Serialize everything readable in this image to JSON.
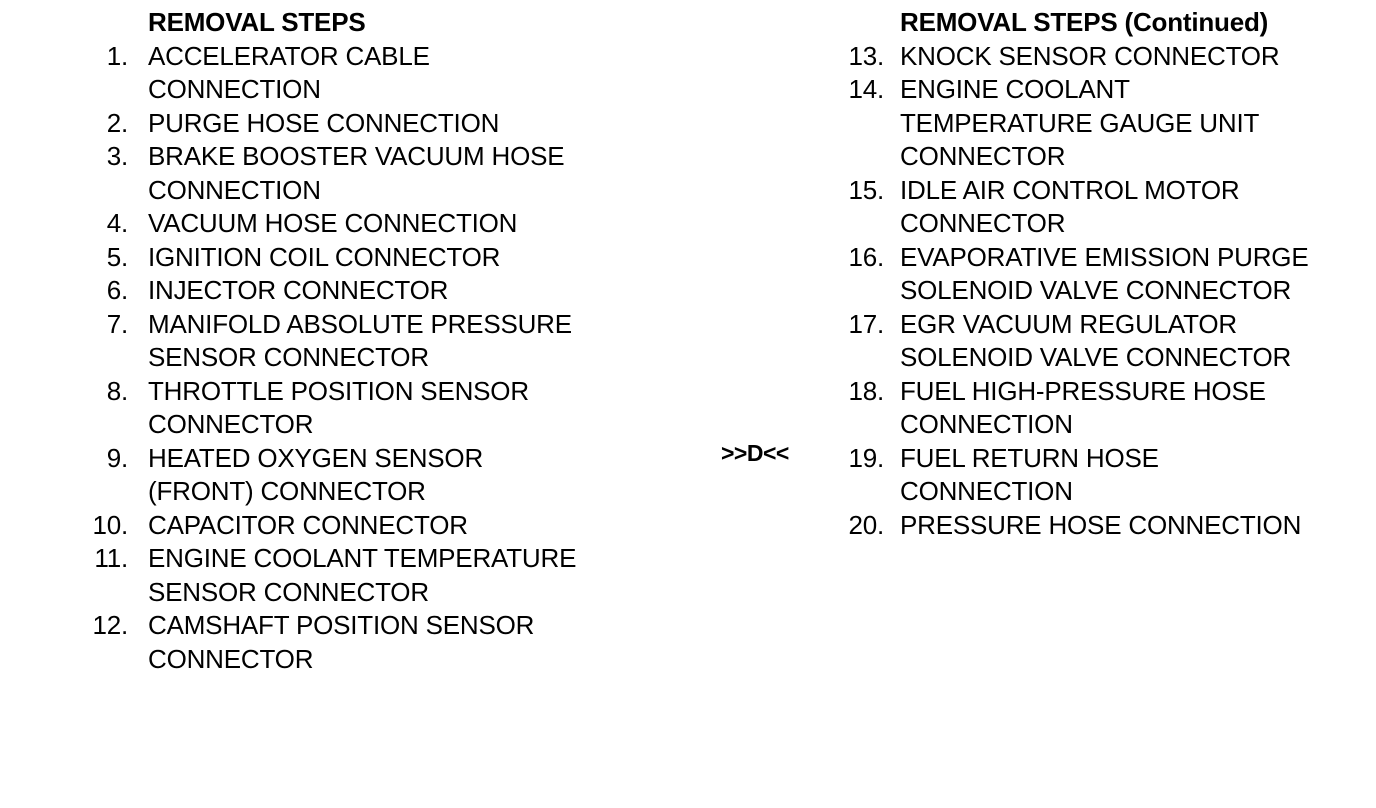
{
  "left_column": {
    "header": "REMOVAL STEPS",
    "items": [
      {
        "number": "1.",
        "label": "ACCELERATOR CABLE CONNECTION"
      },
      {
        "number": "2.",
        "label": "PURGE HOSE CONNECTION"
      },
      {
        "number": "3.",
        "label": "BRAKE BOOSTER VACUUM HOSE CONNECTION"
      },
      {
        "number": "4.",
        "label": "VACUUM HOSE CONNECTION"
      },
      {
        "number": "5.",
        "label": "IGNITION COIL CONNECTOR"
      },
      {
        "number": "6.",
        "label": "INJECTOR CONNECTOR"
      },
      {
        "number": "7.",
        "label": "MANIFOLD ABSOLUTE PRESSURE SENSOR CONNECTOR"
      },
      {
        "number": "8.",
        "label": "THROTTLE POSITION SENSOR CONNECTOR"
      },
      {
        "number": "9.",
        "label": "HEATED OXYGEN SENSOR (FRONT) CONNECTOR"
      },
      {
        "number": "10.",
        "label": "CAPACITOR CONNECTOR"
      },
      {
        "number": "11.",
        "label": "ENGINE COOLANT TEMPERATURE SENSOR CONNECTOR"
      },
      {
        "number": "12.",
        "label": "CAMSHAFT POSITION SENSOR CONNECTOR"
      }
    ]
  },
  "right_column": {
    "header": "REMOVAL STEPS (Continued)",
    "items": [
      {
        "number": "13.",
        "label": "KNOCK SENSOR CONNECTOR"
      },
      {
        "number": "14.",
        "label": "ENGINE COOLANT TEMPERATURE GAUGE UNIT CONNECTOR"
      },
      {
        "number": "15.",
        "label": "IDLE AIR CONTROL MOTOR CONNECTOR"
      },
      {
        "number": "16.",
        "label": "EVAPORATIVE EMISSION PURGE SOLENOID VALVE CONNECTOR"
      },
      {
        "number": "17.",
        "label": "EGR VACUUM REGULATOR SOLENOID VALVE CONNECTOR"
      },
      {
        "number": "18.",
        "label": "FUEL HIGH-PRESSURE HOSE CONNECTION"
      },
      {
        "number": "19.",
        "label": "FUEL RETURN HOSE CONNECTION"
      },
      {
        "number": "20.",
        "label": "PRESSURE HOSE CONNECTION"
      }
    ]
  },
  "fold_marker": {
    "label": ">>D<<"
  },
  "colors": {
    "text": "#000000",
    "background": "#ffffff"
  }
}
